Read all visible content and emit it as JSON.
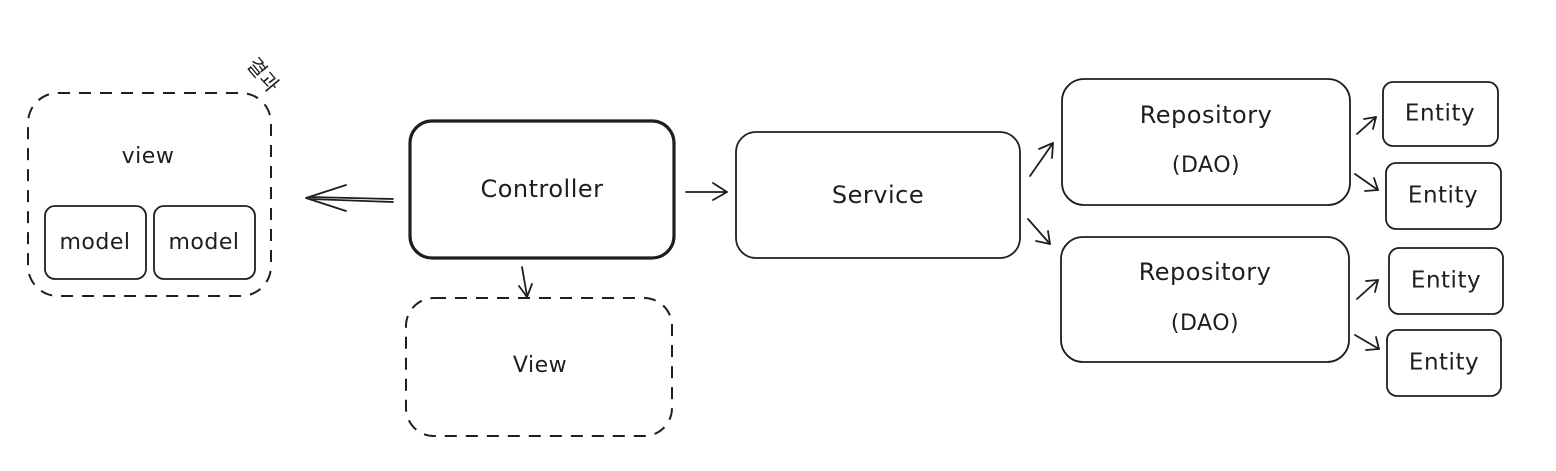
{
  "left_group": {
    "label": "view",
    "annotation": "결과",
    "models": [
      "model",
      "model"
    ]
  },
  "controller": {
    "label": "Controller"
  },
  "controller_view": {
    "label": "View"
  },
  "service": {
    "label": "Service"
  },
  "repositories": [
    {
      "name": "Repository",
      "sub": "(DAO)",
      "entities": [
        "Entity",
        "Entity"
      ]
    },
    {
      "name": "Repository",
      "sub": "(DAO)",
      "entities": [
        "Entity",
        "Entity"
      ]
    }
  ],
  "colors": {
    "stroke": "#1e1e1e",
    "background": "#ffffff"
  }
}
